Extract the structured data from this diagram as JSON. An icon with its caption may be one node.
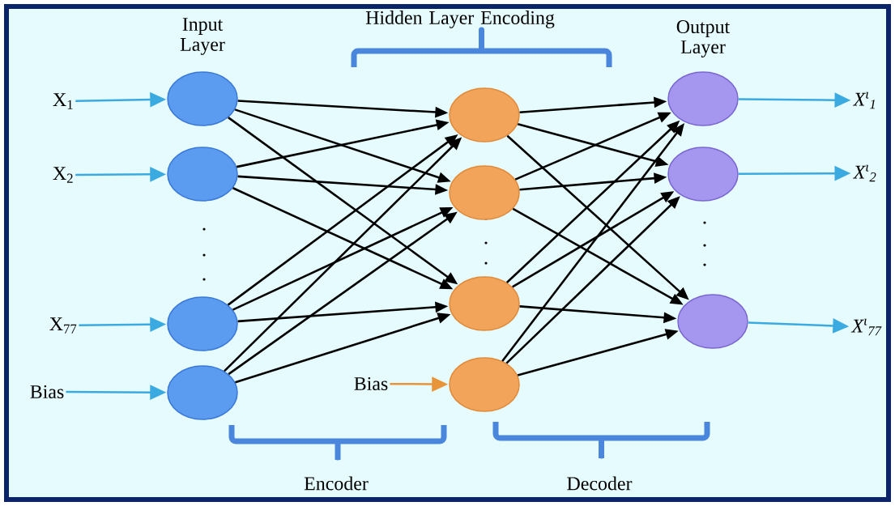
{
  "diagram": {
    "nodes": [
      {
        "text": [],
        "shape": "circle"
      },
      {
        "text": [],
        "shape": "circle"
      },
      {
        "text": [],
        "shape": "circle"
      },
      {
        "text": [],
        "shape": "circle"
      },
      {
        "text": [],
        "shape": "circle"
      },
      {
        "text": [],
        "shape": "circle"
      },
      {
        "text": [],
        "shape": "circle"
      },
      {
        "text": [],
        "shape": "circle"
      },
      {
        "text": [],
        "shape": "circle"
      },
      {
        "text": [],
        "shape": "circle"
      },
      {
        "text": [],
        "shape": "circle"
      },
      {
        "text": [
          "X$_{1}$"
        ]
      },
      {
        "text": [
          "X$_{2}$"
        ]
      },
      {
        "text": [
          "X$_{77}$"
        ]
      },
      {
        "text": [
          "Bias"
        ]
      },
      {
        "text": [
          "Bias"
        ]
      },
      {
        "text": [
          "X$^{ι}$$_{1}$"
        ]
      },
      {
        "text": [
          "X$^{ι}$$_{2}$"
        ]
      },
      {
        "text": [
          "X$^{ι}$$_{77}$"
        ]
      }
    ],
    "edges": [
      {
        "from": 11,
        "to": 0,
        "arrow": "to",
        "color": "#3aaae0"
      },
      {
        "from": 12,
        "to": 1,
        "arrow": "to",
        "color": "#3aaae0"
      },
      {
        "from": 13,
        "to": 2,
        "arrow": "to",
        "color": "#3aaae0"
      },
      {
        "from": 14,
        "to": 3,
        "arrow": "to",
        "color": "#3aaae0"
      },
      {
        "from": 15,
        "to": 7,
        "arrow": "to",
        "color": "#e8943a"
      },
      {
        "from": 0,
        "to": 4,
        "arrow": "to"
      },
      {
        "from": 0,
        "to": 5,
        "arrow": "to"
      },
      {
        "from": 0,
        "to": 6,
        "arrow": "to"
      },
      {
        "from": 1,
        "to": 4,
        "arrow": "to"
      },
      {
        "from": 1,
        "to": 5,
        "arrow": "to"
      },
      {
        "from": 1,
        "to": 6,
        "arrow": "to"
      },
      {
        "from": 2,
        "to": 4,
        "arrow": "to"
      },
      {
        "from": 2,
        "to": 5,
        "arrow": "to"
      },
      {
        "from": 2,
        "to": 6,
        "arrow": "to"
      },
      {
        "from": 3,
        "to": 4,
        "arrow": "to"
      },
      {
        "from": 3,
        "to": 5,
        "arrow": "to"
      },
      {
        "from": 3,
        "to": 6,
        "arrow": "to"
      },
      {
        "from": 4,
        "to": 8,
        "arrow": "to"
      },
      {
        "from": 4,
        "to": 9,
        "arrow": "to"
      },
      {
        "from": 4,
        "to": 10,
        "arrow": "to"
      },
      {
        "from": 5,
        "to": 8,
        "arrow": "to"
      },
      {
        "from": 5,
        "to": 9,
        "arrow": "to"
      },
      {
        "from": 5,
        "to": 10,
        "arrow": "to"
      },
      {
        "from": 6,
        "to": 8,
        "arrow": "to"
      },
      {
        "from": 6,
        "to": 9,
        "arrow": "to"
      },
      {
        "from": 6,
        "to": 10,
        "arrow": "to"
      },
      {
        "from": 7,
        "to": 8,
        "arrow": "to"
      },
      {
        "from": 7,
        "to": 9,
        "arrow": "to"
      },
      {
        "from": 7,
        "to": 10,
        "arrow": "to"
      },
      {
        "from": 8,
        "to": 16,
        "arrow": "to",
        "color": "#3aaae0"
      },
      {
        "from": 9,
        "to": 17,
        "arrow": "to",
        "color": "#3aaae0"
      },
      {
        "from": 10,
        "to": 18,
        "arrow": "to",
        "color": "#3aaae0"
      }
    ],
    "labels": [
      "Input Layer",
      "Hidden Layer Encoding",
      "Output Layer",
      "Encoder",
      "Decoder"
    ]
  }
}
